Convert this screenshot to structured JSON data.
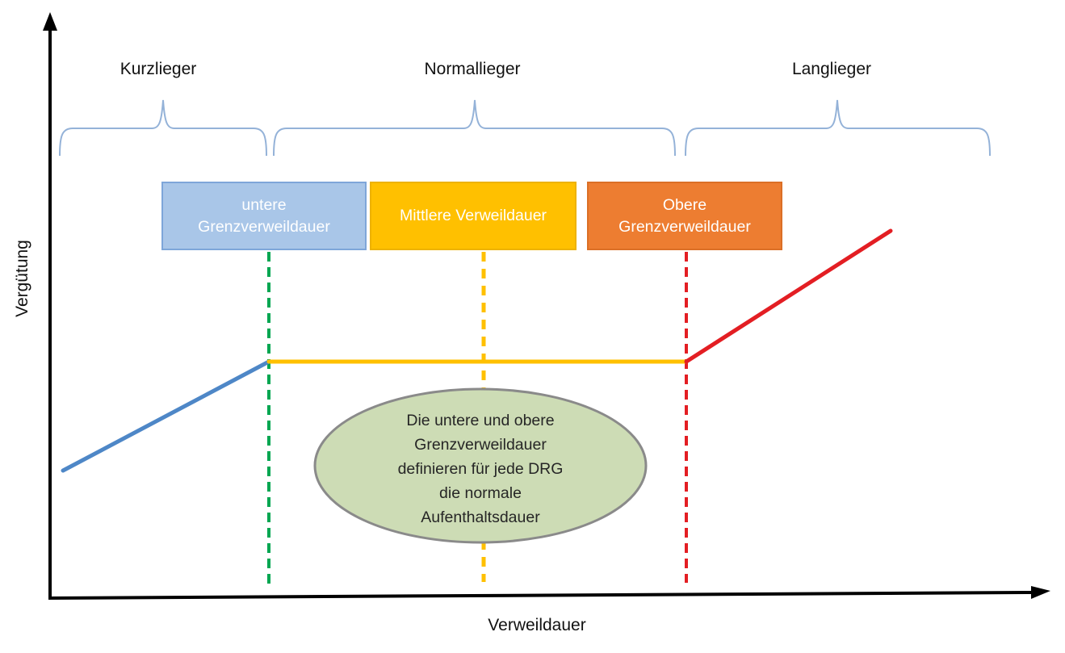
{
  "axes": {
    "y_label": "Vergütung",
    "x_label": "Verweildauer"
  },
  "phase_labels": [
    {
      "label": "Kurzlieger"
    },
    {
      "label": "Normallieger"
    },
    {
      "label": "Langlieger"
    }
  ],
  "boxes": [
    {
      "label": "untere\nGrenzverweildauer"
    },
    {
      "label": "Mittlere Verweildauer"
    },
    {
      "label": "Obere\nGrenzverweildauer"
    }
  ],
  "callout": {
    "text": "Die untere und obere\nGrenzverweildauer\ndefinieren für jede DRG\ndie normale\nAufenthaltsdauer"
  },
  "colors": {
    "axis": "#000000",
    "brace": "#94B2D8",
    "blue_line": "#4E87C7",
    "yellow": "#FFC000",
    "red": "#E31E23",
    "green_dash": "#00A651",
    "box_blue_fill": "#A9C6E8",
    "box_blue_border": "#7EA6D9",
    "box_yellow_fill": "#FFC000",
    "box_yellow_border": "#EDB200",
    "box_orange_fill": "#ED7D31",
    "box_orange_border": "#DB6F26",
    "ellipse_fill": "#CDDCB5",
    "ellipse_border": "#8A8A8A"
  }
}
